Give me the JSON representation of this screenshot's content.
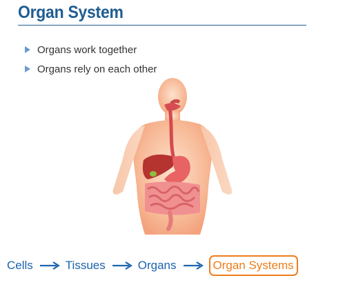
{
  "header": {
    "title": "Organ System"
  },
  "bullets": [
    {
      "text": "Organs work together"
    },
    {
      "text": "Organs rely on each other"
    }
  ],
  "flow": {
    "items": [
      "Cells",
      "Tissues",
      "Organs",
      "Organ Systems"
    ],
    "highlighted_item": "Organ Systems",
    "text_color": "#1c63ad",
    "highlight_color": "#ee7d1b"
  },
  "figure": {
    "subject": "human-digestive-system"
  },
  "colors": {
    "title": "#1f5d92",
    "bullet_marker": "#6b9ad0"
  }
}
